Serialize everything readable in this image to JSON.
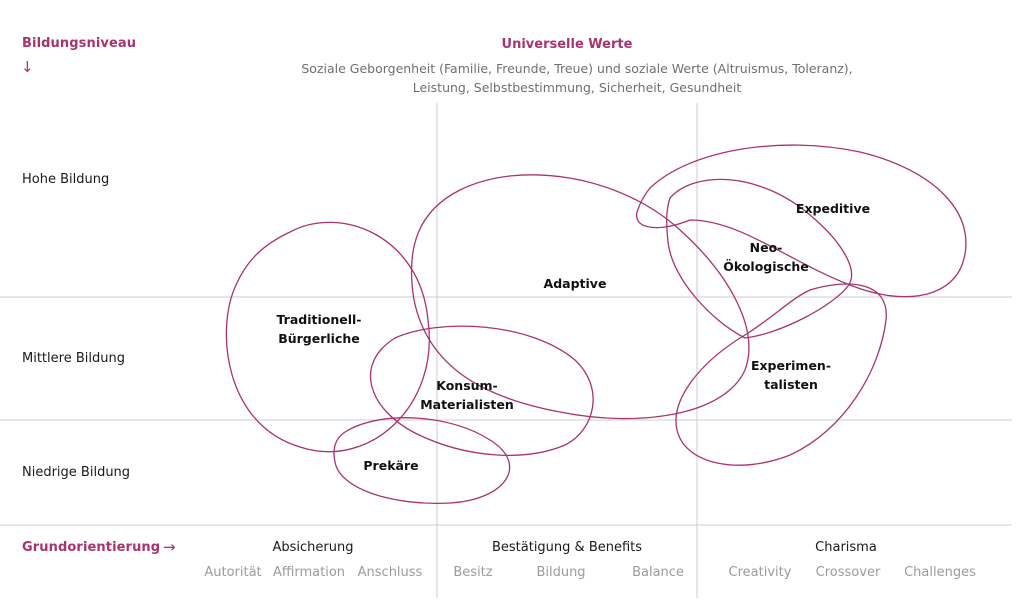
{
  "y_axis": {
    "title": "Bildungsniveau",
    "arrow": "↓",
    "levels": [
      "Hohe Bildung",
      "Mittlere Bildung",
      "Niedrige Bildung"
    ]
  },
  "header": {
    "title": "Universelle Werte",
    "subtitle_line1": "Soziale Geborgenheit (Familie, Freunde, Treue) und soziale Werte (Altruismus, Toleranz),",
    "subtitle_line2": "Leistung, Selbstbestimmung, Sicherheit, Gesundheit"
  },
  "x_axis": {
    "title": "Grundorientierung",
    "arrow": "→",
    "groups": [
      {
        "name": "Absicherung",
        "subs": [
          "Autorität",
          "Affirmation",
          "Anschluss"
        ]
      },
      {
        "name": "Bestätigung & Benefits",
        "subs": [
          "Besitz",
          "Bildung",
          "Balance"
        ]
      },
      {
        "name": "Charisma",
        "subs": [
          "Creativity",
          "Crossover",
          "Challenges"
        ]
      }
    ]
  },
  "segments": [
    {
      "id": "traditionell",
      "line1": "Traditionell-",
      "line2": "Bürgerliche"
    },
    {
      "id": "adaptive",
      "line1": "Adaptive",
      "line2": ""
    },
    {
      "id": "konsum",
      "line1": "Konsum-",
      "line2": "Materialisten"
    },
    {
      "id": "prekaere",
      "line1": "Prekäre",
      "line2": ""
    },
    {
      "id": "expeditive",
      "line1": "Expeditive",
      "line2": ""
    },
    {
      "id": "neooeko",
      "line1": "Neo-",
      "line2": "Ökologische"
    },
    {
      "id": "experimentalisten",
      "line1": "Experimen-",
      "line2": "talisten"
    }
  ],
  "colors": {
    "accent": "#a8336f",
    "grid": "#cccccc",
    "sub_text": "#9b9b9b"
  }
}
